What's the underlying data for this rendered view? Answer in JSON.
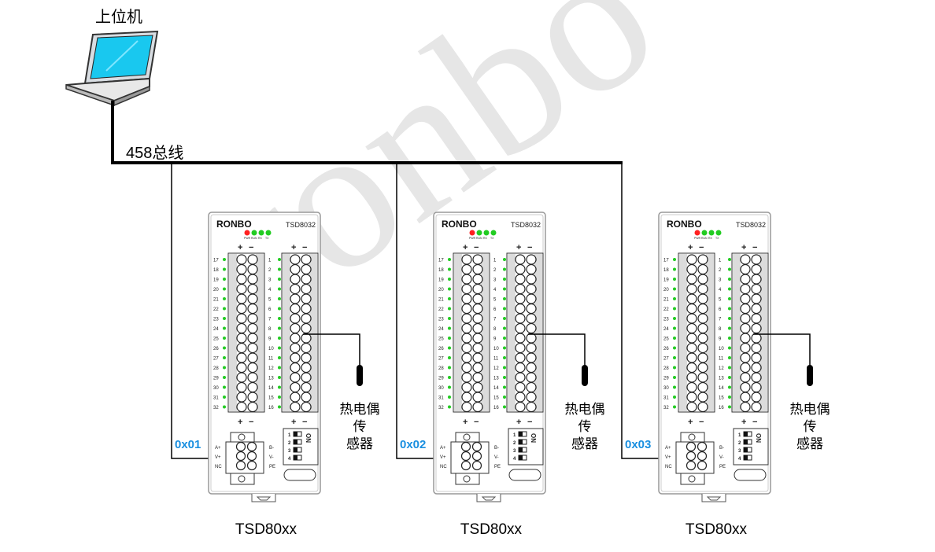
{
  "host_label": "上位机",
  "bus_label": "458总线",
  "watermark": "ronbo",
  "device_common": {
    "brand": "RONBO",
    "panel_model": "TSD8032",
    "leds": [
      {
        "label": "PWR",
        "color": "#ff2020"
      },
      {
        "label": "RUN",
        "color": "#22cc22"
      },
      {
        "label": "RX",
        "color": "#22cc22"
      },
      {
        "label": "TX",
        "color": "#22cc22"
      }
    ],
    "left_channels": [
      "17",
      "18",
      "19",
      "20",
      "21",
      "22",
      "23",
      "24",
      "25",
      "26",
      "27",
      "28",
      "29",
      "30",
      "31",
      "32"
    ],
    "right_channels": [
      "1",
      "2",
      "3",
      "4",
      "5",
      "6",
      "7",
      "8",
      "9",
      "10",
      "11",
      "12",
      "13",
      "14",
      "15",
      "16"
    ],
    "plus": "+",
    "minus": "−",
    "conn_left": [
      "A+",
      "V+",
      "NC"
    ],
    "conn_right": [
      "B-",
      "V-",
      "PE"
    ],
    "dip_on": "ON",
    "dip_numbers": [
      "1",
      "2",
      "3",
      "4"
    ]
  },
  "devices": [
    {
      "address": "0x01",
      "model": "TSD80xx",
      "sensor": [
        "热电偶",
        "传",
        "感器"
      ]
    },
    {
      "address": "0x02",
      "model": "TSD80xx",
      "sensor": [
        "热电偶",
        "传",
        "感器"
      ]
    },
    {
      "address": "0x03",
      "model": "TSD80xx",
      "sensor": [
        "热电偶",
        "传",
        "感器"
      ]
    }
  ],
  "colors": {
    "address": "#1a8fe0",
    "led_green": "#22cc22",
    "led_red": "#ff2020"
  }
}
